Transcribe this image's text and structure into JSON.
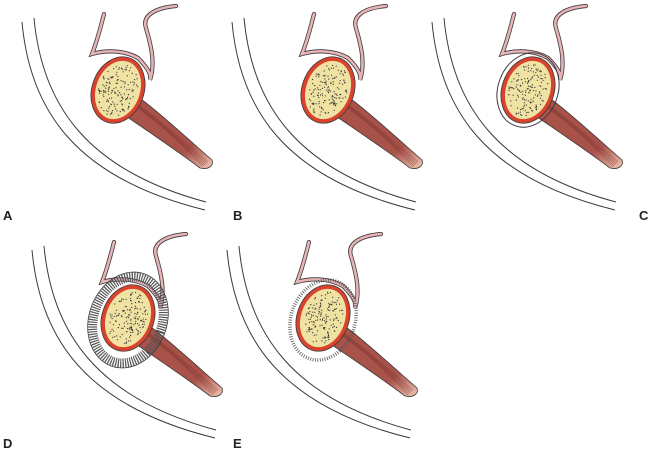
{
  "panels": [
    {
      "id": "A",
      "label": "A",
      "stage": "plain"
    },
    {
      "id": "B",
      "label": "B",
      "stage": "plain"
    },
    {
      "id": "C",
      "label": "C",
      "stage": "membrane"
    },
    {
      "id": "D",
      "label": "D",
      "stage": "thick-granulation"
    },
    {
      "id": "E",
      "label": "E",
      "stage": "thin-capsule"
    }
  ],
  "colors": {
    "outline": "#3a3a3a",
    "gut_wall": "#e9b4b8",
    "bone_cortex": "#d9432e",
    "marrow": "#efe2a3",
    "muscle": "#a9524a",
    "muscle_tendon": "#f2c7b4",
    "granulation": "#555555"
  }
}
